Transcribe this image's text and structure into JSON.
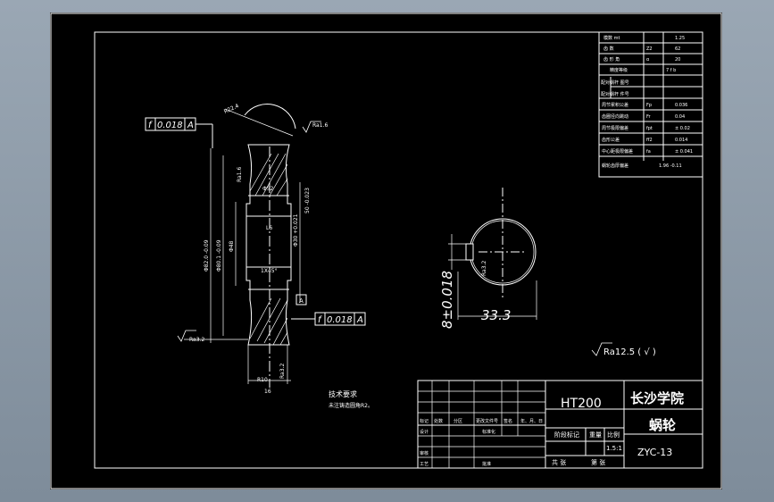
{
  "colors": {
    "line": "#ffffff",
    "background": "#000000",
    "frame": "#8c9aa8"
  },
  "param_table": {
    "rows": [
      {
        "label": "模数 mt",
        "sym": "",
        "value": "1.25"
      },
      {
        "label": "齿 数",
        "sym": "Z2",
        "value": "62"
      },
      {
        "label": "齿 形 角",
        "sym": "α",
        "value": "20"
      },
      {
        "label": "精度等级",
        "sym": "",
        "value": "7 f b"
      },
      {
        "label": "配对蜗杆 图号",
        "sym": "",
        "value": ""
      },
      {
        "label": "配对蜗杆 件号",
        "sym": "",
        "value": ""
      },
      {
        "label": "周节累积公差",
        "sym": "Fp",
        "value": "0.036"
      },
      {
        "label": "齿圈径向跳动",
        "sym": "Fr",
        "value": "0.04"
      },
      {
        "label": "周节极限偏差",
        "sym": "fpt",
        "value": "± 0.02"
      },
      {
        "label": "齿形公差",
        "sym": "ff2",
        "value": "0.014"
      },
      {
        "label": "中心距极限偏差",
        "sym": "fa",
        "value": "± 0.041"
      },
      {
        "label": "蜗轮齿厚偏差",
        "sym": "",
        "value": "1.96 -0.11"
      }
    ]
  },
  "annotations": {
    "fcf_top": [
      "f",
      "0.018",
      "A"
    ],
    "fcf_bottom": [
      "f",
      "0.018",
      "A"
    ],
    "datum": "A",
    "r_outer": "R22.4",
    "ra16_top": "Ra1.6",
    "ra16_side": "Ra1.6",
    "ra32_bottom": "Ra3.2",
    "ra32_lower": "Ra3.2",
    "ra32_keyway": "Ra3.2",
    "r10": "R10",
    "dim_16": "16",
    "dim_l6": "L6",
    "dim_chamfer": "1X45°",
    "dim_d82": "Φ82.0 -0.09",
    "dim_d80": "Φ80.1 -0.09",
    "dim_d48": "Φ48",
    "dim_d30": "Φ30 +0.021",
    "dim_phi50": "50 -0.023",
    "dim_phi52": "Φ52",
    "keyway_width": "8±0.018",
    "keyway_depth": "33.3",
    "general_roughness": "Ra12.5 ( √ )",
    "tech_req_title": "技术要求",
    "tech_req_body": "未注铸造圆角R2。"
  },
  "title_block": {
    "material": "HT200",
    "school": "长沙学院",
    "part_name": "蜗轮",
    "drawing_no": "ZYC-13",
    "stage_label": "阶段标记",
    "weight_label": "重量",
    "scale_label": "比例",
    "scale_value": "1.5:1",
    "total_sheets": "共   张",
    "sheet_no": "第   张",
    "row_headers": [
      "标记",
      "处数",
      "分区",
      "更改文件号",
      "签名",
      "年、月、日"
    ],
    "designer": "设计",
    "std_label": "标准化",
    "checker": "审核",
    "craft": "工艺",
    "approve": "批准"
  }
}
